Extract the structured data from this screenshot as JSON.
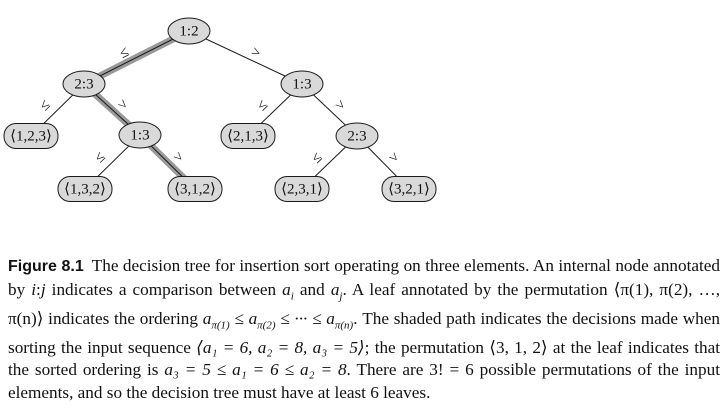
{
  "tree": {
    "internal_nodes": [
      {
        "id": "n12",
        "label": "1:2"
      },
      {
        "id": "n23",
        "label": "2:3"
      },
      {
        "id": "n13a",
        "label": "1:3"
      },
      {
        "id": "n13b",
        "label": "1:3"
      },
      {
        "id": "n23b",
        "label": "2:3"
      }
    ],
    "leaves": [
      {
        "id": "l123",
        "label": "⟨1,2,3⟩"
      },
      {
        "id": "l132",
        "label": "⟨1,3,2⟩"
      },
      {
        "id": "l312",
        "label": "⟨3,1,2⟩"
      },
      {
        "id": "l213",
        "label": "⟨2,1,3⟩"
      },
      {
        "id": "l231",
        "label": "⟨2,3,1⟩"
      },
      {
        "id": "l321",
        "label": "⟨3,2,1⟩"
      }
    ],
    "edges": [
      {
        "from": "n12",
        "to": "n23",
        "label": "≤",
        "shaded": true
      },
      {
        "from": "n12",
        "to": "n13b",
        "label": ">",
        "shaded": false
      },
      {
        "from": "n23",
        "to": "l123",
        "label": "≤",
        "shaded": false
      },
      {
        "from": "n23",
        "to": "n13a",
        "label": ">",
        "shaded": true
      },
      {
        "from": "n13a",
        "to": "l132",
        "label": "≤",
        "shaded": false
      },
      {
        "from": "n13a",
        "to": "l312",
        "label": ">",
        "shaded": true
      },
      {
        "from": "n13b",
        "to": "l213",
        "label": "≤",
        "shaded": false
      },
      {
        "from": "n13b",
        "to": "n23b",
        "label": ">",
        "shaded": false
      },
      {
        "from": "n23b",
        "to": "l231",
        "label": "≤",
        "shaded": false
      },
      {
        "from": "n23b",
        "to": "l321",
        "label": ">",
        "shaded": false
      }
    ],
    "colors": {
      "node_fill": "#d9d9d9",
      "node_stroke": "#1a1a1a",
      "edge": "#1a1a1a",
      "shaded_path": "#9a9a9a"
    }
  },
  "caption": {
    "label": "Figure 8.1",
    "part1": "The decision tree for insertion sort operating on three elements. An internal node annotated by ",
    "ij": "i",
    "colon": ":",
    "j": "j",
    "part2": " indicates a comparison between ",
    "ai": "a_i",
    "and": " and ",
    "aj": "a_j",
    "part3": ". A leaf annotated by the permutation ⟨π(1), π(2), …, π(n)⟩ indicates the ordering ",
    "ordering": "a_π(1) ≤ a_π(2) ≤ ··· ≤ a_π(n)",
    "part4": ". The shaded path indicates the decisions made when sorting the input sequence ",
    "input": "⟨a₁ = 6, a₂ = 8, a₃ = 5⟩",
    "part5": "; the permutation ⟨3, 1, 2⟩ at the leaf indicates that the sorted ordering is ",
    "sorted": "a₃ = 5 ≤ a₁ = 6 ≤ a₂ = 8",
    "part6": ". There are 3! = 6 possible permutations of the input elements, and so the decision tree must have at least 6 leaves."
  }
}
